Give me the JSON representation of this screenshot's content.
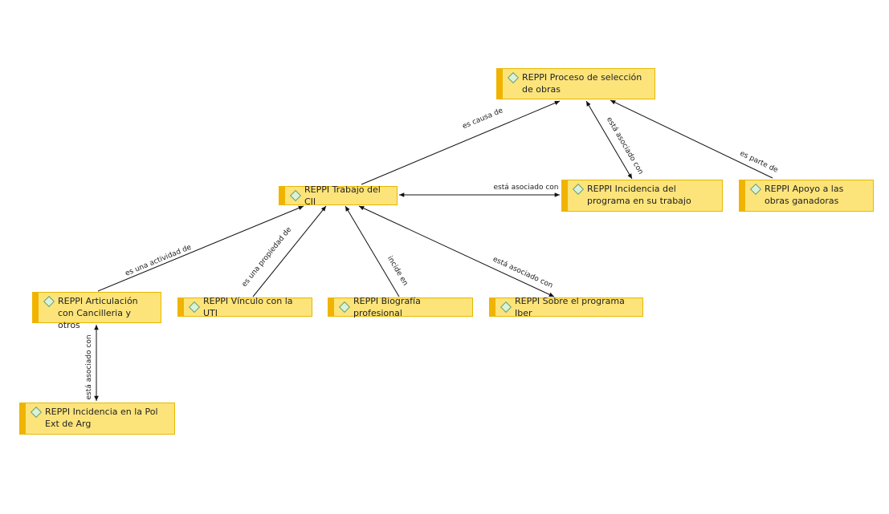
{
  "nodes": {
    "proceso": "REPPI Proceso de selección de obras",
    "trabajo": "REPPI Trabajo del CII",
    "incidencia_programa": "REPPI Incidencia del programa en su trabajo",
    "apoyo": "REPPI Apoyo a las obras ganadoras",
    "articulacion": "REPPI Articulación con Cancilleria y otros",
    "vinculo": "REPPI Vínculo con la UTI",
    "biografia": "REPPI Biografía profesional",
    "sobre": "REPPI Sobre el programa Iber",
    "incidencia_pol": "REPPI Incidencia en la Pol Ext de Arg"
  },
  "edges": {
    "trabajo_proceso": "es causa de",
    "incidencia_proceso": "está asociado con",
    "apoyo_proceso": "es parte de",
    "trabajo_incidencia": "está asociado con",
    "articulacion_trabajo": "es una actividad de",
    "vinculo_trabajo": "es una propiedad de",
    "biografia_trabajo": "incide en",
    "sobre_trabajo": "está asociado con",
    "articulacion_pol": "está asociado con"
  },
  "colors": {
    "node_fill": "#fde47a",
    "node_border": "#e6b800",
    "node_accent": "#f0b400",
    "edge": "#111111"
  }
}
